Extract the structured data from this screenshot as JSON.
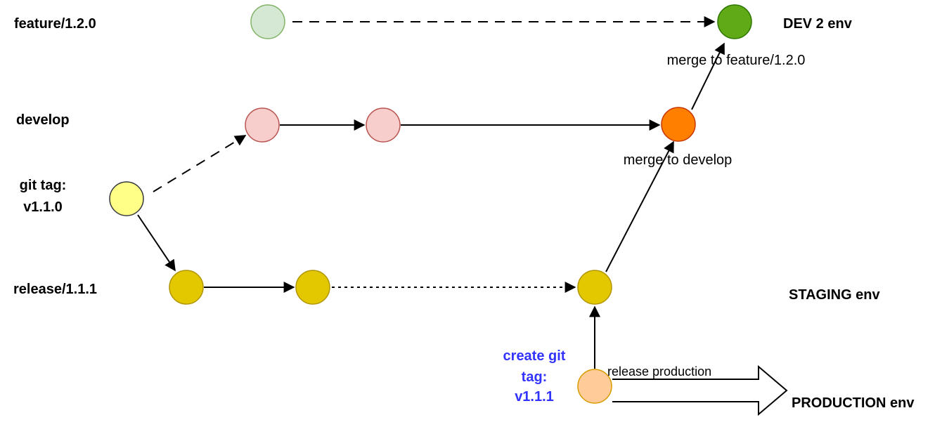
{
  "branches": {
    "feature": "feature/1.2.0",
    "develop": "develop",
    "git_tag_line1": "git tag:",
    "git_tag_line2": "v1.1.0",
    "release": "release/1.1.1"
  },
  "environments": {
    "dev2": "DEV 2 env",
    "staging": "STAGING env",
    "production": "PRODUCTION env"
  },
  "annotations": {
    "merge_feature": "merge to feature/1.2.0",
    "merge_develop": "merge to develop",
    "release_production": "release production",
    "create_tag_line1": "create git",
    "create_tag_line2": "tag:",
    "create_tag_line3": "v1.1.1"
  },
  "colors": {
    "feature_pale": "#d5e8d4",
    "feature_pale_stroke": "#82b366",
    "feature_strong": "#60a917",
    "feature_strong_stroke": "#2d7600",
    "develop": "#f8cecc",
    "develop_stroke": "#b85450",
    "merge_develop": "#ff8000",
    "merge_develop_stroke": "#c73500",
    "tag": "#ffff88",
    "tag_stroke": "#36393d",
    "release": "#e3c800",
    "release_stroke": "#b09500",
    "production": "#ffcc99",
    "production_stroke": "#d79b00",
    "annotation_blue": "#3333ff"
  }
}
